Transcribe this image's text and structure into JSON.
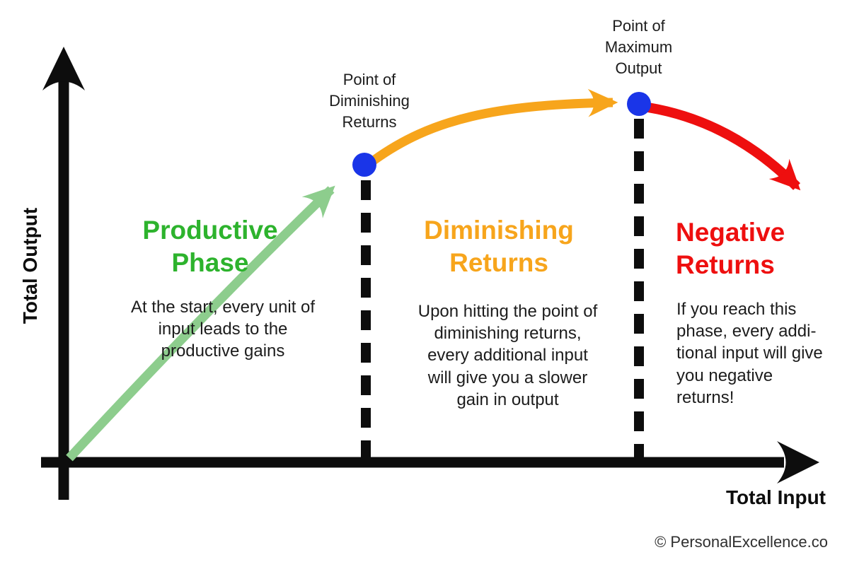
{
  "diagram": {
    "axes": {
      "y_label": "Total Output",
      "x_label": "Total Input",
      "axis_color": "#0d0d0d"
    },
    "points": {
      "diminishing": {
        "label": "Point of\nDiminishing\nReturns",
        "dot_color": "#1a35e8"
      },
      "maximum": {
        "label": "Point of\nMaximum\nOutput",
        "dot_color": "#1a35e8"
      }
    },
    "phases": {
      "productive": {
        "heading": "Productive\nPhase",
        "heading_color": "#2db32d",
        "curve_color": "#8dcd8d",
        "description": "At the start, every unit of\ninput leads to the\nproductive gains"
      },
      "diminishing": {
        "heading": "Diminishing\nReturns",
        "heading_color": "#f7a51c",
        "curve_color": "#f7a51c",
        "description": "Upon hitting the point of\ndiminishing returns,\nevery additional input\nwill give you a slower\ngain in output"
      },
      "negative": {
        "heading": "Negative\nReturns",
        "heading_color": "#ee0f0f",
        "curve_color": "#ee0f0f",
        "description": "If you reach this\nphase, every addi-\ntional input will give\nyou negative\nreturns!"
      }
    },
    "watermark": "© PersonalExcellence.co"
  }
}
